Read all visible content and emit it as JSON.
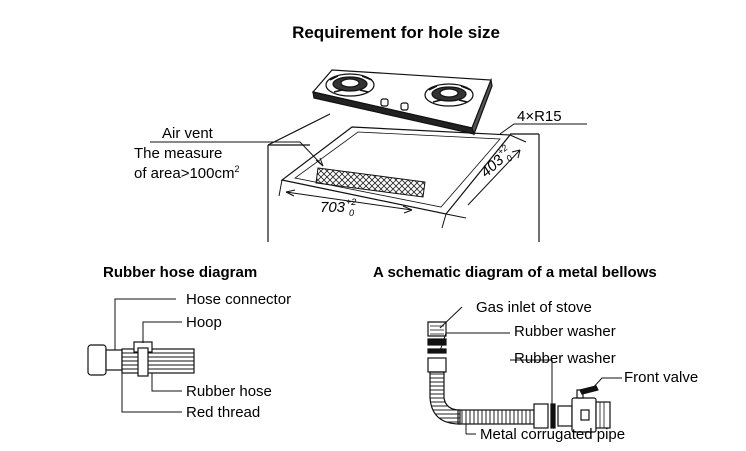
{
  "main": {
    "title": "Requirement for hole size",
    "air_vent": "Air vent",
    "measure_line1": "The measure",
    "measure_line2": "of area>100cm",
    "measure_sup": "2",
    "corner_radius": "4×R15",
    "width_value": "703",
    "depth_value": "403",
    "tol_plus": "+2",
    "tol_zero": "0"
  },
  "rubber": {
    "title": "Rubber hose diagram",
    "hose_connector": "Hose connector",
    "hoop": "Hoop",
    "rubber_hose": "Rubber hose",
    "red_thread": "Red thread"
  },
  "bellows": {
    "title": "A schematic diagram of a metal bellows",
    "gas_inlet": "Gas inlet of stove",
    "rubber_washer_1": "Rubber washer",
    "rubber_washer_2": "Rubber washer",
    "front_valve": "Front valve",
    "metal_pipe": "Metal corrugated pipe"
  }
}
